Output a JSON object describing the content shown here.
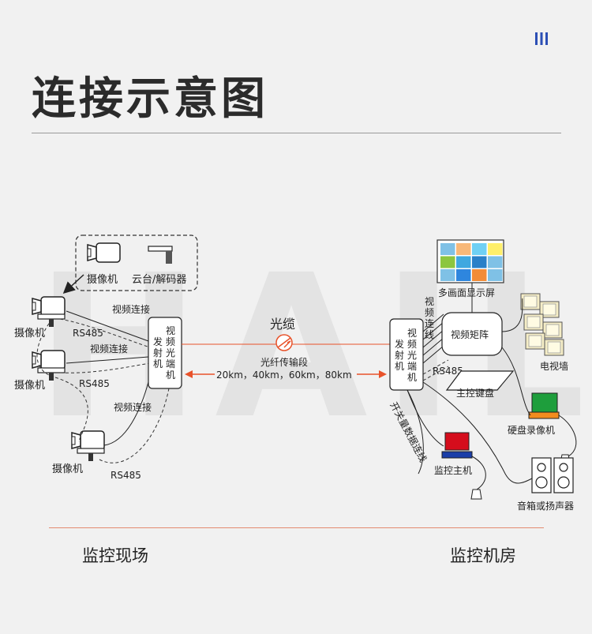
{
  "header": {
    "title": "连接示意图"
  },
  "watermark": "HAILE",
  "diagram": {
    "legend": {
      "camera": "摄像机",
      "ptz": "云台/解码器"
    },
    "site": {
      "camera_label": "摄像机",
      "video_conn": "视频连接",
      "rs485": "RS485",
      "transmitter": [
        "视",
        "频",
        "光",
        "端",
        "机"
      ],
      "transmitter_side": [
        "发",
        "射",
        "机"
      ]
    },
    "link": {
      "cable_label": "光缆",
      "segment_label": "光纤传输段",
      "distances": "20km，40km，60km，80km"
    },
    "room": {
      "receiver": [
        "视",
        "频",
        "光",
        "端",
        "机"
      ],
      "receiver_side": [
        "发",
        "射",
        "机"
      ],
      "video_conn_vertical": [
        "视",
        "频",
        "连",
        "线"
      ],
      "switch_line": "开关量数据连线",
      "rs485": "RS485",
      "matrix": "视频矩阵",
      "display": "多画面显示屏",
      "tv_wall": "电视墙",
      "keyboard": "主控键盘",
      "dvr": "硬盘录像机",
      "host": "监控主机",
      "speaker": "音箱或扬声器"
    },
    "screen_colors": [
      "#7fc1e6",
      "#f8b878",
      "#6fd0f4",
      "#ffef6a",
      "#8cc63f",
      "#3fa8e0",
      "#2a80c8",
      "#7fc1e6",
      "#7fc1e6",
      "#2e86de",
      "#f28c38",
      "#7fc1e6"
    ]
  },
  "colors": {
    "accent": "#e8522a",
    "dvr": "#1e9e3c",
    "host": "#d50d1c",
    "blue": "#1a3ea8"
  },
  "footer": {
    "left": "监控现场",
    "right": "监控机房"
  }
}
